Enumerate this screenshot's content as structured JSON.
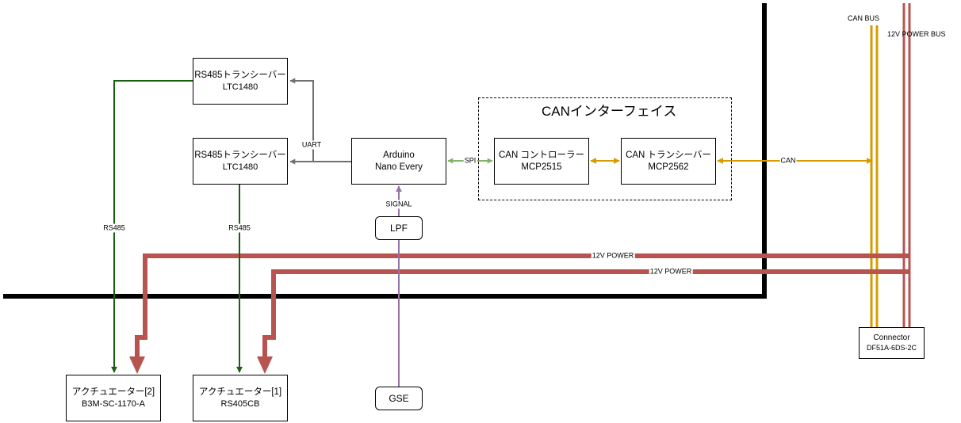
{
  "nodes": {
    "rs485_top": {
      "line1": "RS485トランシーバー",
      "line2": "LTC1480"
    },
    "rs485_mid": {
      "line1": "RS485トランシーバー",
      "line2": "LTC1480"
    },
    "arduino": {
      "line1": "Arduino",
      "line2": "Nano Every"
    },
    "can_controller": {
      "line1": "CAN コントローラー",
      "line2": "MCP2515"
    },
    "can_transceiver": {
      "line1": "CAN トランシーバー",
      "line2": "MCP2562"
    },
    "lpf": {
      "label": "LPF"
    },
    "gse": {
      "label": "GSE"
    },
    "actuator2": {
      "line1": "アクチュエーター[2]",
      "line2": "B3M-SC-1170-A"
    },
    "actuator1": {
      "line1": "アクチュエーター[1]",
      "line2": "RS405CB"
    },
    "connector": {
      "line1": "Connector",
      "line2": "DF51A-6DS-2C"
    }
  },
  "groups": {
    "can_interface": {
      "title": "CANインターフェイス"
    }
  },
  "edge_labels": {
    "uart": "UART",
    "spi": "SPI",
    "can": "CAN",
    "signal": "SIGNAL",
    "rs485_left": "RS485",
    "rs485_right": "RS485",
    "power_upper": "12V POWER",
    "power_lower": "12V POWER",
    "can_bus": "CAN BUS",
    "power_bus": "12V POWER BUS"
  },
  "colors": {
    "uart_gray": "#707070",
    "rs485_green": "#1a5e12",
    "spi_green": "#82b366",
    "can_orange": "#d79b00",
    "power_red": "#b85450",
    "signal_purple": "#9673a6",
    "border_black": "#000000"
  }
}
